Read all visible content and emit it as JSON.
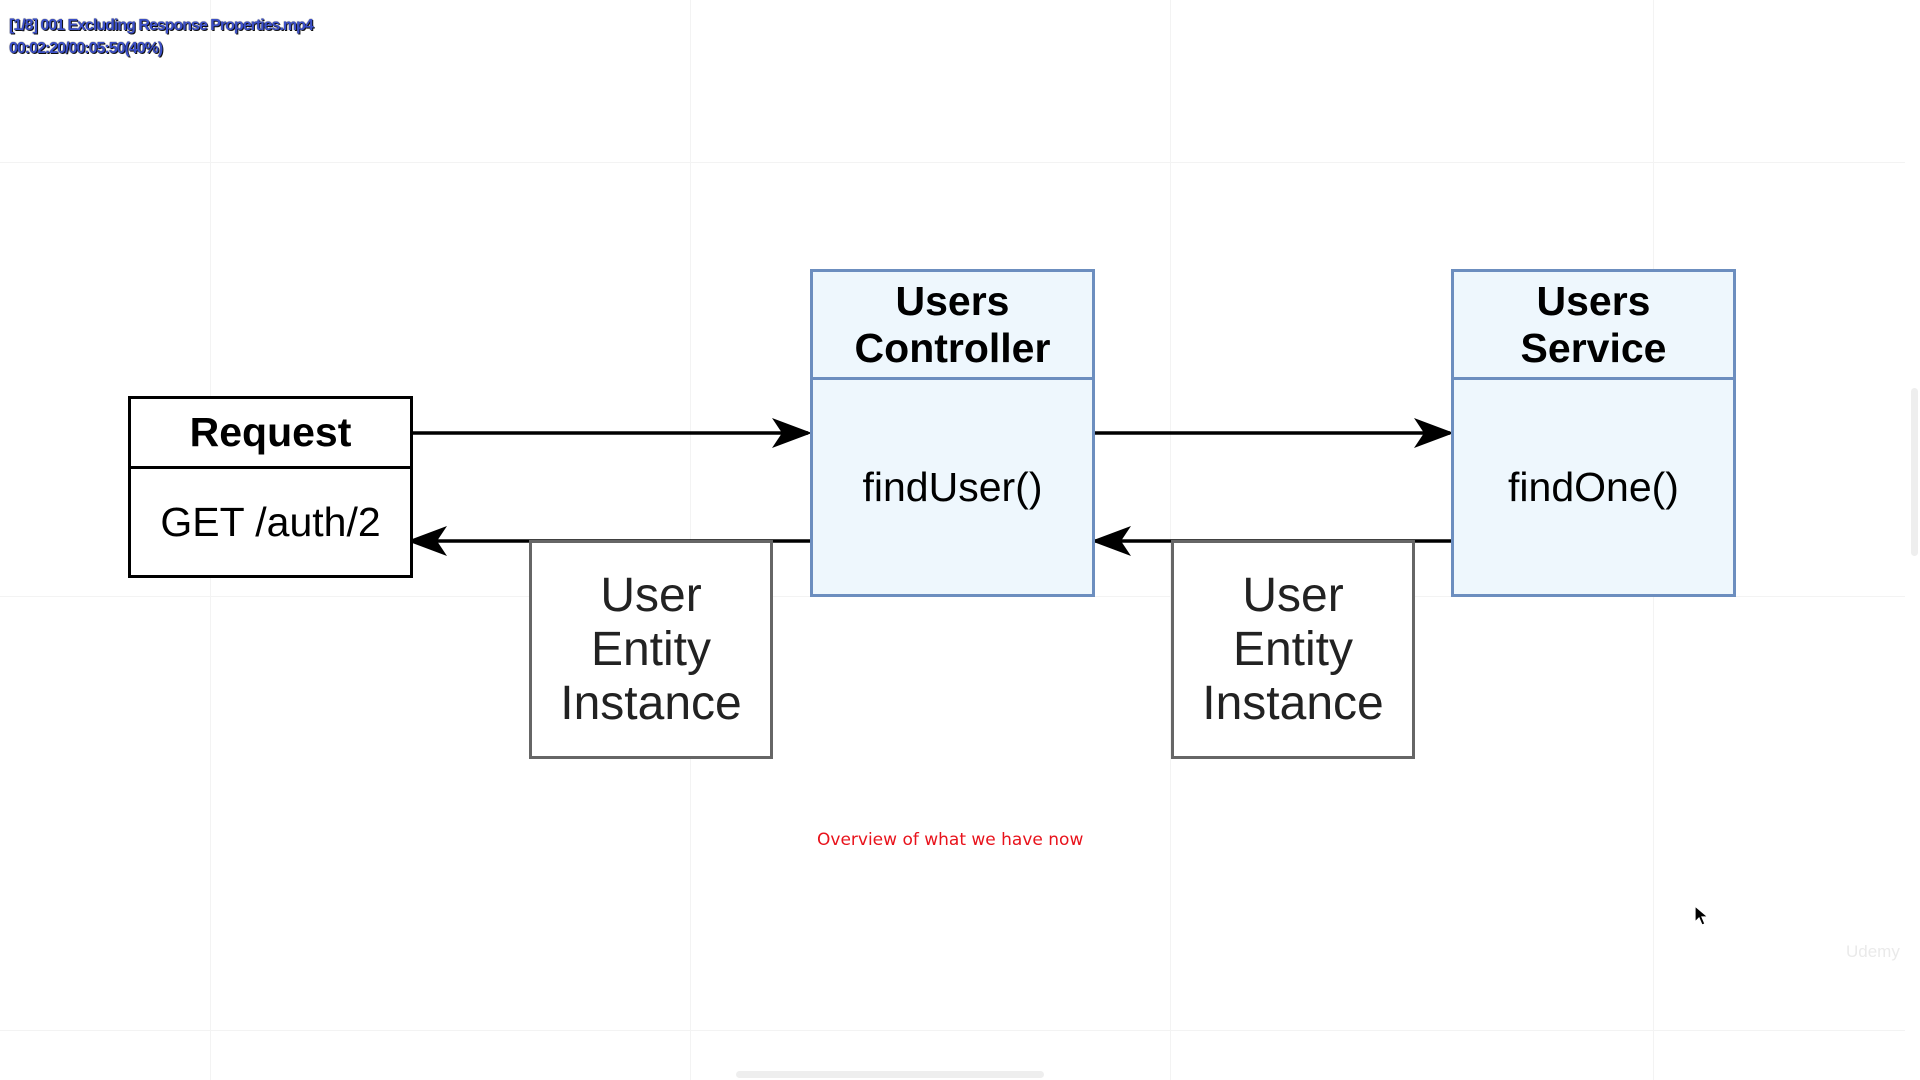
{
  "player_overlay": {
    "filename": "[1/8] 001 Excluding Response Properties.mp4",
    "time": "00:02:20/00:05:50(40%)"
  },
  "diagram": {
    "request": {
      "title": "Request",
      "body": "GET /auth/2"
    },
    "users_controller": {
      "title_line1": "Users",
      "title_line2": "Controller",
      "body": "findUser()"
    },
    "users_service": {
      "title_line1": "Users",
      "title_line2": "Service",
      "body": "findOne()"
    },
    "entity_left": {
      "line1": "User",
      "line2": "Entity",
      "line3": "Instance"
    },
    "entity_right": {
      "line1": "User",
      "line2": "Entity",
      "line3": "Instance"
    }
  },
  "caption": "Overview of what we have now",
  "watermark": "Udemy",
  "colors": {
    "caption": "#e8121b",
    "blue_border": "#6c8ebf",
    "blue_fill": "#eef7fd",
    "overlay_text": "#3b4fc8"
  },
  "icons": {
    "cursor": "mouse-pointer-icon"
  }
}
